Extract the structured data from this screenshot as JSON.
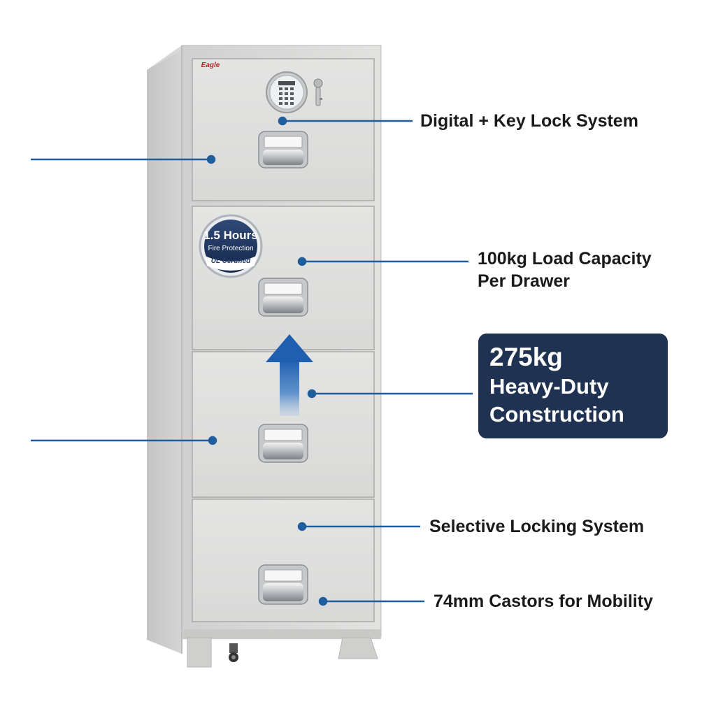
{
  "brand": {
    "logo_text": "Eagle"
  },
  "badge": {
    "line1": "1.5 Hours",
    "line2": "Fire Protection",
    "line3": "UL Certified"
  },
  "callouts": {
    "digital_lock": "Digital + Key Lock System",
    "load_line1": "100kg Load Capacity",
    "load_line2": "Per Drawer",
    "selective": "Selective Locking System",
    "castors": "74mm Castors for Mobility"
  },
  "highlight": {
    "weight": "275kg",
    "line1": "Heavy-Duty",
    "line2": "Construction"
  },
  "colors": {
    "accent_line": "#1f5d9c",
    "highlight_bg": "#1f3252",
    "cabinet": "#dcdcdb",
    "arrow": "#2e6fb5"
  },
  "icons": [
    "keypad-icon",
    "key-icon",
    "up-arrow-icon"
  ]
}
